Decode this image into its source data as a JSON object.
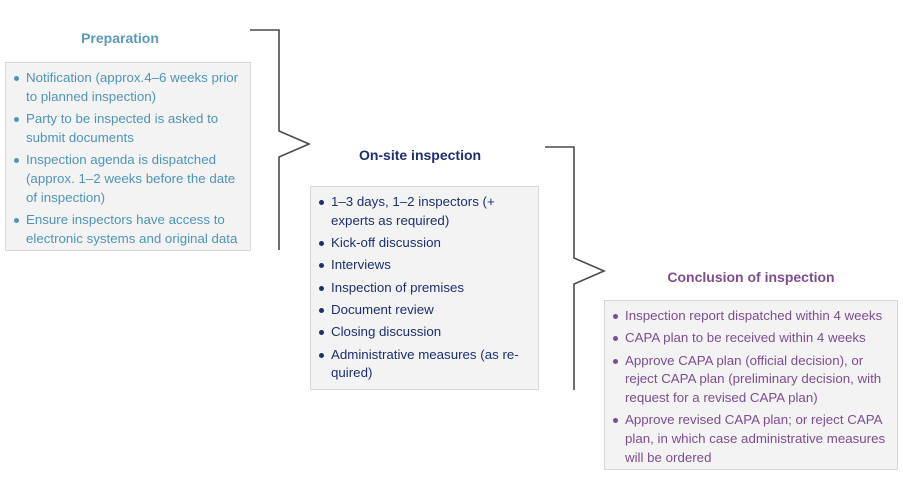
{
  "colors": {
    "preparation": "#4f95b5",
    "onsite": "#1d2f6f",
    "conclusion": "#7d4e8e",
    "bracket": "#4a4a4a",
    "box_bg": "#f3f3f3"
  },
  "stages": {
    "preparation": {
      "title": "Preparation",
      "items": [
        "Notification (approx.4–6 weeks prior to planned inspection)",
        "Party to be inspected is asked to submit documents",
        "Inspection agenda is dispatched (approx. 1–2 weeks before the date of inspection)",
        "Ensure inspectors have access to electronic systems and original data"
      ]
    },
    "onsite": {
      "title": "On-site inspection",
      "items": [
        "1–3 days, 1–2 inspectors (+ experts as required)",
        "Kick-off discussion",
        "Interviews",
        "Inspection of premises",
        "Document review",
        "Closing discussion",
        "Administrative measures (as re-quired)"
      ]
    },
    "conclusion": {
      "title": "Conclusion of inspection",
      "items": [
        "Inspection report dispatched within 4 weeks",
        "CAPA plan to be received within 4 weeks",
        "Approve CAPA plan (official decision), or reject CAPA plan (preliminary decision, with request for a revised CAPA plan)",
        "Approve revised CAPA plan; or reject CAPA plan, in which case administrative measures will be ordered"
      ]
    }
  }
}
